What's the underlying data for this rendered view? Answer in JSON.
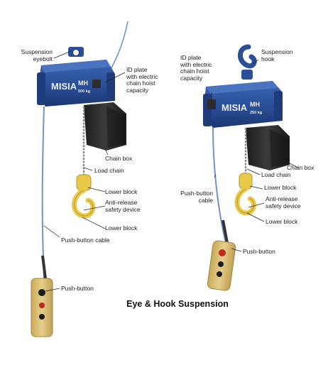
{
  "caption": "Eye & Hook Suspension",
  "hoists": [
    {
      "brand": "MISIA",
      "model": "MH",
      "capacity": "500 kg",
      "labels": {
        "suspension": "Suspension\neyebolt",
        "id_plate": "ID plate\nwith electric\nchain hoist\ncapacity",
        "chain_box": "Chain box",
        "load_chain": "Load chain",
        "lower_block_1": "Lower block",
        "anti_release": "Anti-release\nsafety device",
        "lower_block_2": "Lower block",
        "cable": "Push-button cable",
        "push_button": "Push-button"
      }
    },
    {
      "brand": "MISIA",
      "model": "MH",
      "capacity": "250 kg",
      "labels": {
        "id_plate": "ID plate\nwith electric\nchain hoist\ncapacity",
        "suspension": "Suspension\nhook",
        "chain_box": "Chain box",
        "load_chain": "Load chain",
        "lower_block_1": "Lower block",
        "push_button_cable": "Push-button\ncable",
        "anti_release": "Anti-release\nsafety device",
        "lower_block_2": "Lower block",
        "push_button": "Push-button"
      }
    }
  ],
  "colors": {
    "hoist_blue": "#2a4f98",
    "hoist_dark": "#1c3670",
    "hook_yellow": "#e9c94a",
    "box_black": "#2a2a2a",
    "pendant_yellow": "#dcc17a",
    "cable_blue": "#6f93c6",
    "background": "#ffffff"
  }
}
